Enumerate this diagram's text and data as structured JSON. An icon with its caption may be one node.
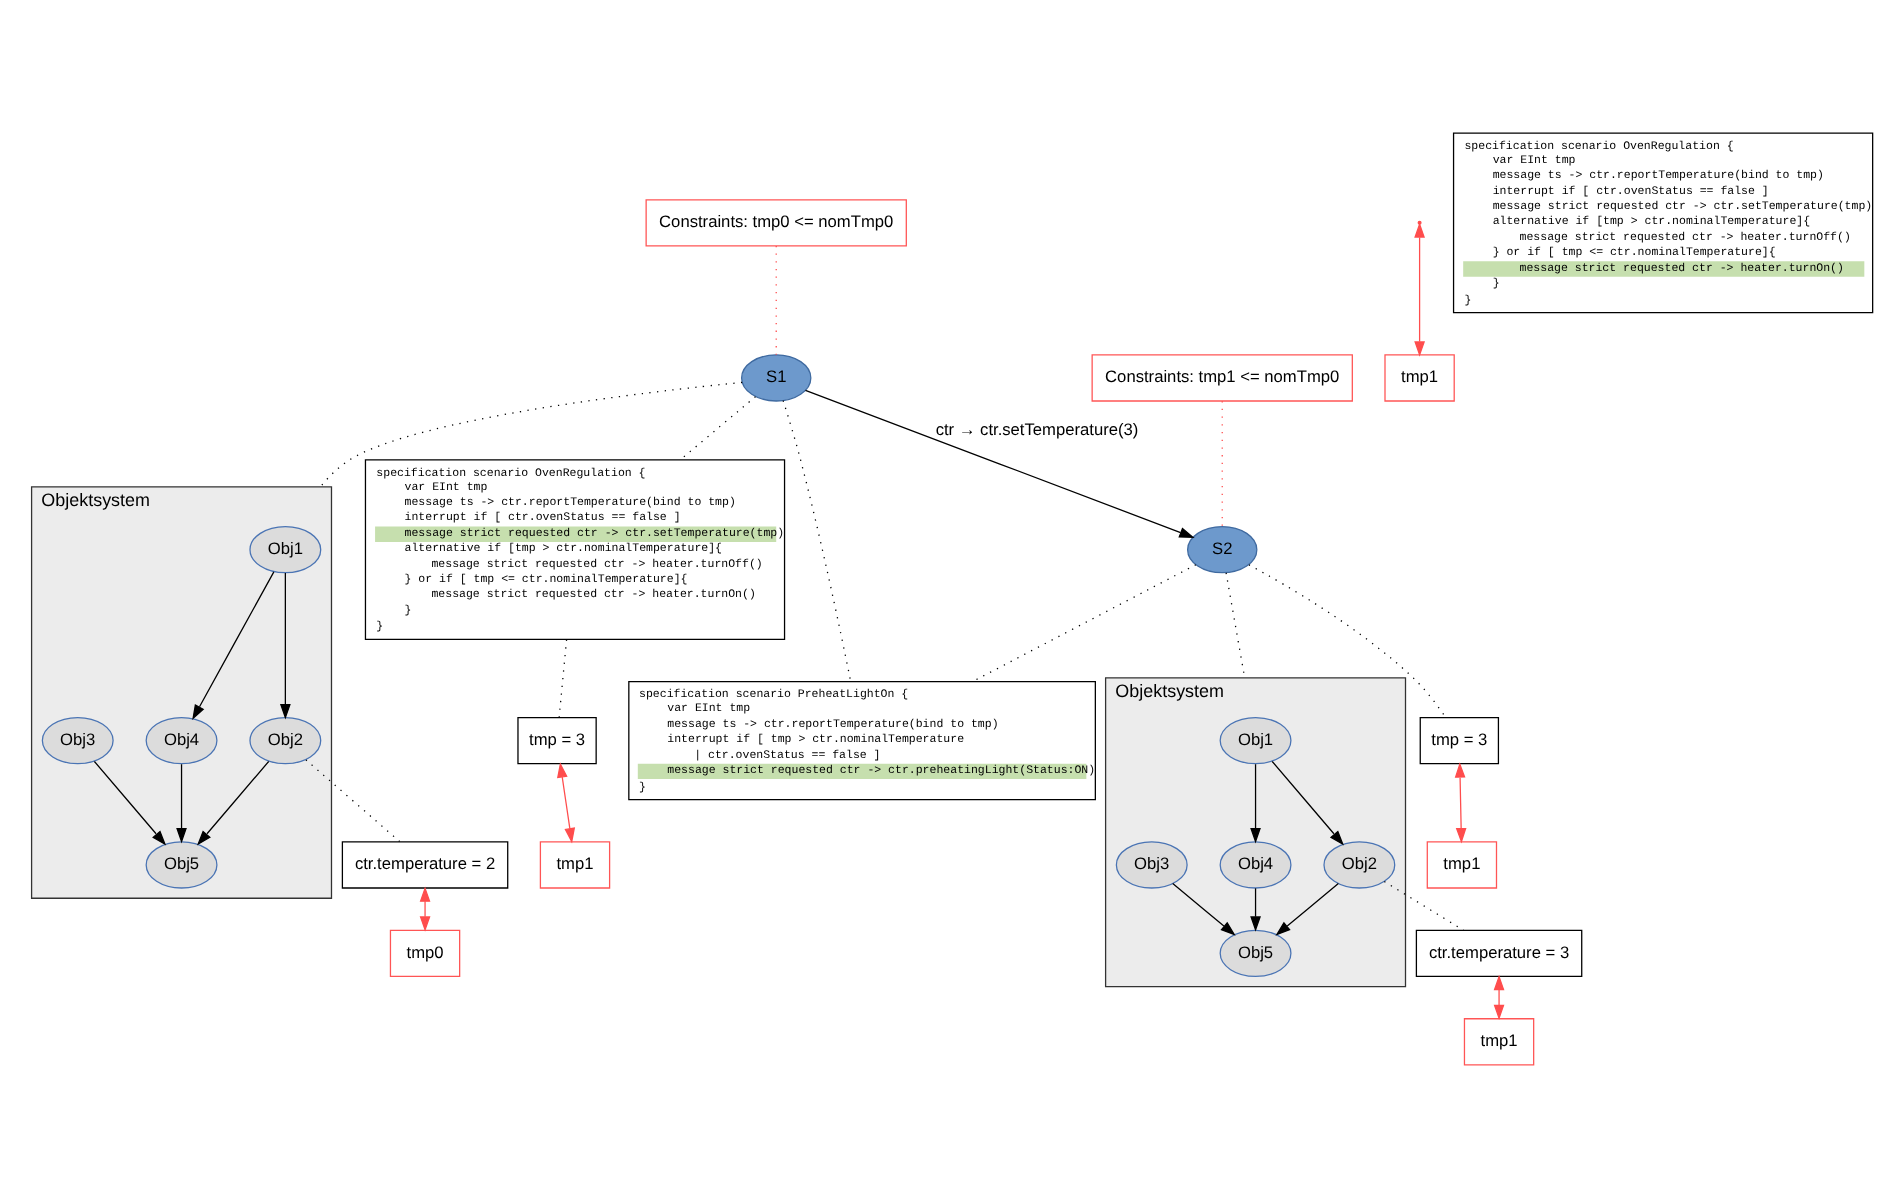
{
  "diagram": {
    "nodes": [
      {
        "text": [
          "Objektsystem"
        ]
      },
      {
        "text": [
          "Obj1"
        ],
        "in": 0
      },
      {
        "text": [
          "Obj2"
        ],
        "in": 0
      },
      {
        "text": [
          "Obj3"
        ],
        "in": 0
      },
      {
        "text": [
          "Obj4"
        ],
        "in": 0
      },
      {
        "text": [
          "Obj5"
        ],
        "in": 0
      },
      {
        "text": [
          "Constraints: tmp0 <= nomTmp0"
        ]
      },
      {
        "text": [
          "S1"
        ]
      },
      {
        "text": [
          "ctr.temperature = 2"
        ]
      },
      {
        "text": [
          "tmp0"
        ]
      },
      {
        "text": [
          "specification scenario OvenRegulation {",
          "var EInt tmp",
          "message ts -> ctr.reportTemperature(bind to tmp)",
          "interrupt if [ ctr.ovenStatus == false ]",
          "message strict requested ctr -> ctr.setTemperature(tmp)",
          "alternative if [tmp > ctr.nominalTemperature]{",
          "message strict requested ctr -> heater.turnOff()",
          "} or if [ tmp <= ctr.nominalTemperature]{",
          "message strict requested ctr -> heater.turnOn()",
          "}",
          "}"
        ]
      },
      {
        "text": [
          "tmp = 3"
        ]
      },
      {
        "text": [
          "tmp1"
        ]
      },
      {
        "text": [
          "specification scenario PreheatLightOn {",
          "var EInt tmp",
          "message ts -> ctr.reportTemperature(bind to tmp)",
          "interrupt if [ tmp > ctr.nominalTemperature",
          "| ctr.ovenStatus == false ]",
          "message strict requested ctr -> ctr.preheatingLight(Status:ON)",
          "}"
        ]
      },
      {
        "text": [
          "Constraints: tmp1 <= nomTmp0"
        ]
      },
      {
        "text": [
          "S2"
        ]
      },
      {
        "text": [
          "tmp1"
        ]
      },
      {
        "text": [
          "Objektsystem"
        ]
      },
      {
        "text": [
          "Obj1"
        ],
        "in": 17
      },
      {
        "text": [
          "Obj2"
        ],
        "in": 17
      },
      {
        "text": [
          "Obj3"
        ],
        "in": 17
      },
      {
        "text": [
          "Obj4"
        ],
        "in": 17
      },
      {
        "text": [
          "Obj5"
        ],
        "in": 17
      },
      {
        "text": [
          "ctr.temperature = 3"
        ]
      },
      {
        "text": [
          "tmp1"
        ]
      },
      {
        "text": [
          "specification scenario OvenRegulation {",
          "var EInt tmp",
          "message ts -> ctr.reportTemperature(bind to tmp)",
          "interrupt if [ ctr.ovenStatus == false ]",
          "message strict requested ctr -> ctr.setTemperature(tmp)",
          "alternative if [tmp > ctr.nominalTemperature]{",
          "message strict requested ctr -> heater.turnOff()",
          "} or if [ tmp <= ctr.nominalTemperature]{",
          "message strict requested ctr -> heater.turnOn()",
          "}",
          "}"
        ]
      },
      {
        "text": [
          "tmp = 3"
        ]
      },
      {
        "text": [
          "tmp1"
        ]
      }
    ],
    "edges": [
      {
        "from": 1,
        "to": 4,
        "arrow": "to"
      },
      {
        "from": 1,
        "to": 2,
        "arrow": "to"
      },
      {
        "from": 3,
        "to": 5,
        "arrow": "to"
      },
      {
        "from": 4,
        "to": 5,
        "arrow": "to"
      },
      {
        "from": 2,
        "to": 5,
        "arrow": "to"
      },
      {
        "from": 6,
        "to": 7,
        "arrow": "none",
        "style": "dashed",
        "color": "#ff4d4d"
      },
      {
        "from": 7,
        "to": 15,
        "arrow": "to",
        "label": "ctr → ctr.setTemperature(3)"
      },
      {
        "from": null,
        "to": 16,
        "arrow": "both",
        "color": "#ff4d4d"
      },
      {
        "from": 7,
        "to": 0,
        "arrow": "none",
        "style": "dashed"
      },
      {
        "from": 2,
        "to": 8,
        "arrow": "none",
        "style": "dashed"
      },
      {
        "from": 8,
        "to": 9,
        "arrow": "both",
        "color": "#ff4d4d"
      },
      {
        "from": 7,
        "to": 10,
        "arrow": "none",
        "style": "dashed"
      },
      {
        "from": 7,
        "to": 13,
        "arrow": "none",
        "style": "dashed"
      },
      {
        "from": 10,
        "to": 11,
        "arrow": "none",
        "style": "dashed"
      },
      {
        "from": 11,
        "to": 12,
        "arrow": "both",
        "color": "#ff4d4d"
      },
      {
        "from": 14,
        "to": 15,
        "arrow": "none",
        "style": "dashed",
        "color": "#ff4d4d"
      },
      {
        "from": 15,
        "to": 17,
        "arrow": "none",
        "style": "dashed"
      },
      {
        "from": 15,
        "to": 13,
        "arrow": "none",
        "style": "dashed"
      },
      {
        "from": 15,
        "to": 26,
        "arrow": "none",
        "style": "dashed"
      },
      {
        "from": 18,
        "to": 21,
        "arrow": "to"
      },
      {
        "from": 18,
        "to": 19,
        "arrow": "to"
      },
      {
        "from": 20,
        "to": 22,
        "arrow": "to"
      },
      {
        "from": 21,
        "to": 22,
        "arrow": "to"
      },
      {
        "from": 19,
        "to": 22,
        "arrow": "to"
      },
      {
        "from": 19,
        "to": 23,
        "arrow": "none",
        "style": "dashed"
      },
      {
        "from": 23,
        "to": 24,
        "arrow": "both",
        "color": "#ff4d4d"
      },
      {
        "from": 26,
        "to": 27,
        "arrow": "both",
        "color": "#ff4d4d"
      }
    ]
  }
}
